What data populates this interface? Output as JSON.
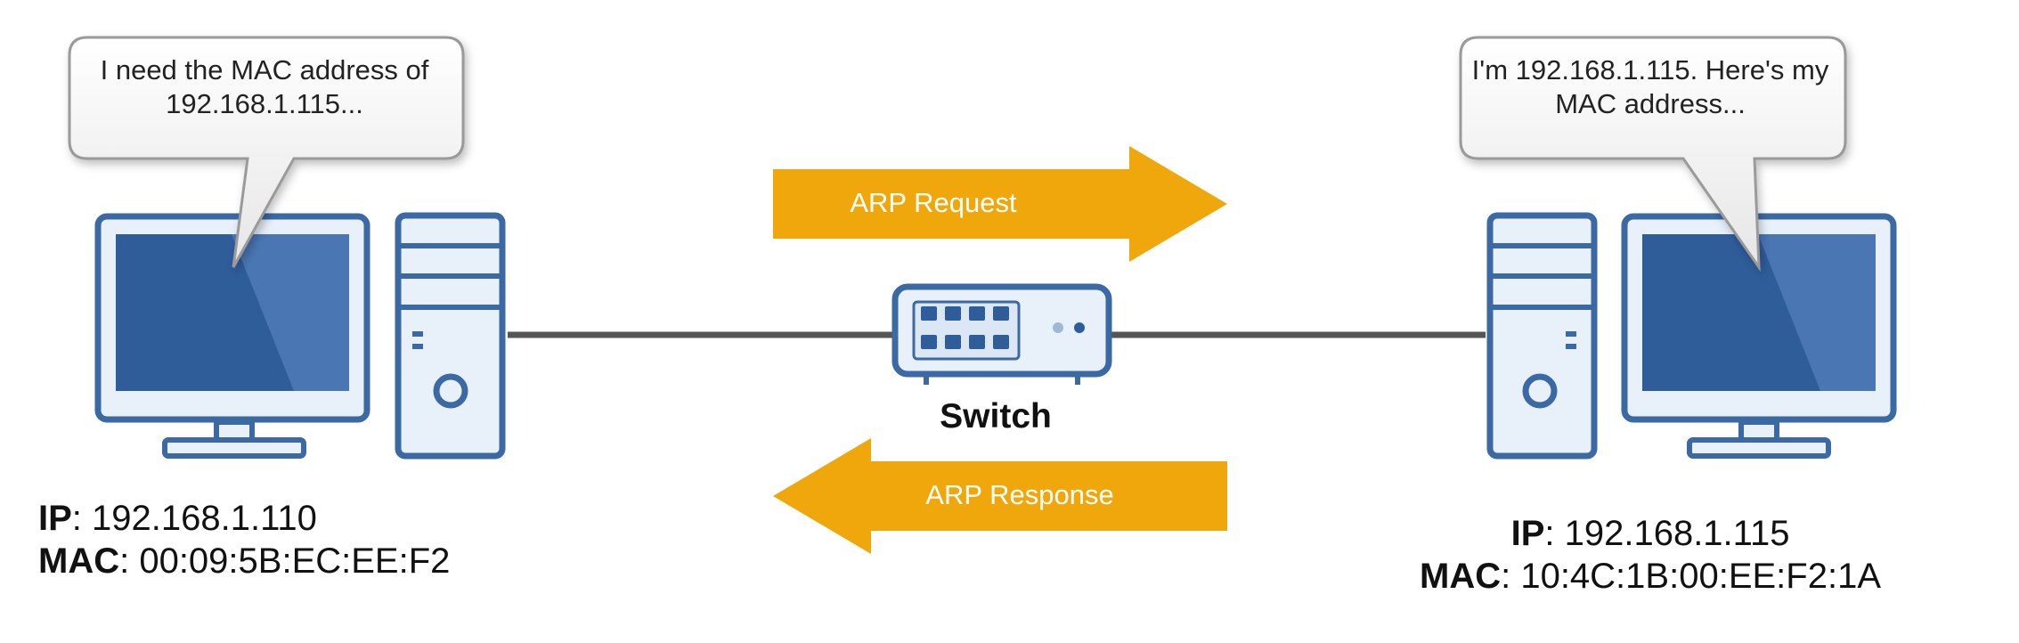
{
  "left_host": {
    "speech": "I need the MAC address of 192.168.1.115...",
    "ip_label": "IP",
    "ip_value": ": 192.168.1.110",
    "mac_label": "MAC",
    "mac_value": ": 00:09:5B:EC:EE:F2"
  },
  "right_host": {
    "speech": "I'm 192.168.1.115. Here's my MAC address...",
    "ip_label": "IP",
    "ip_value": ": 192.168.1.115",
    "mac_label": "MAC",
    "mac_value": ": 10:4C:1B:00:EE:F2:1A"
  },
  "arrows": {
    "request": "ARP Request",
    "response": "ARP Response"
  },
  "switch": {
    "label": "Switch"
  },
  "colors": {
    "arrow": "#f0a70c",
    "device_outline": "#3a69a4",
    "screen_fill": "#2f5d9a",
    "device_fill": "#e8f0f9",
    "cable": "#555555"
  }
}
